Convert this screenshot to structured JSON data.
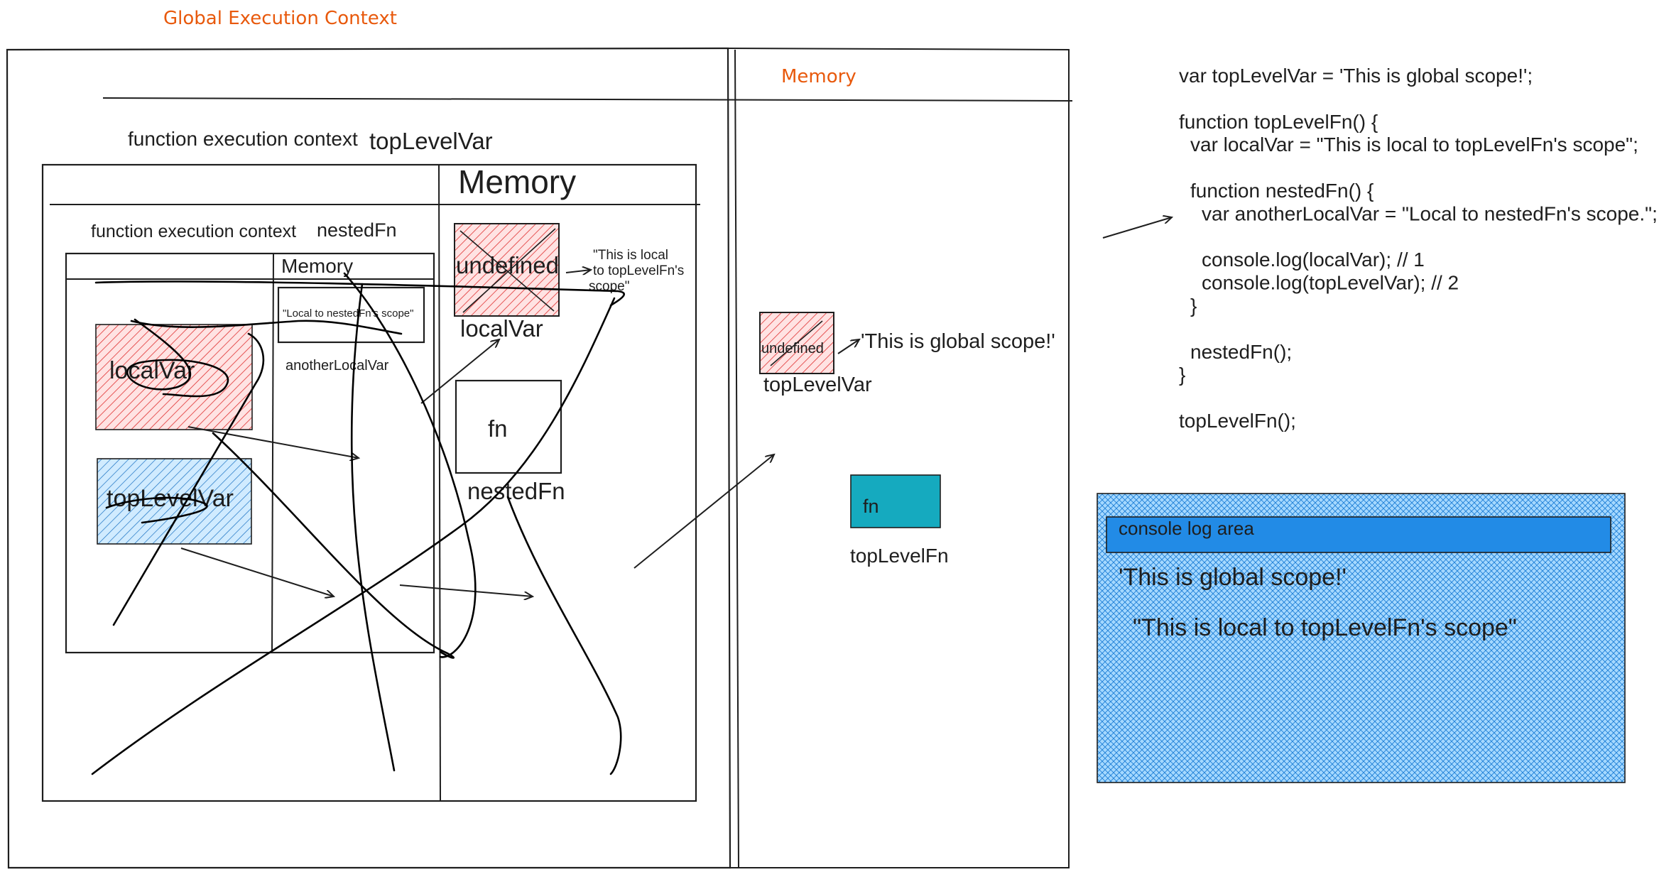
{
  "global_context": {
    "title": "Global Execution Context",
    "memory_label": "Memory",
    "top_level_var": {
      "value": "undefined",
      "assigned": "'This is global scope!'",
      "name": "topLevelVar"
    },
    "top_level_fn": {
      "value": "fn",
      "name": "topLevelFn"
    }
  },
  "outer_function_context": {
    "label": "function execution context",
    "fn_name": "topLevelVar",
    "memory_label": "Memory",
    "local_var": {
      "value": "undefined",
      "assigned": "\"This is local to topLevelFn's scope\"",
      "name": "localVar"
    },
    "nested_fn": {
      "value": "fn",
      "name": "nestedFn"
    }
  },
  "inner_function_context": {
    "label": "function execution context",
    "fn_name": "nestedFn",
    "memory_label": "Memory",
    "another_local_var": {
      "value": "\"Local to nestedFn's scope\"",
      "name": "anotherLocalVar"
    },
    "lookup_local_var": "localVar",
    "lookup_top_level_var": "topLevelVar"
  },
  "code_lines": [
    "var topLevelVar = 'This is global scope!';",
    "",
    "function topLevelFn() {",
    "  var localVar = \"This is local to topLevelFn's scope\";",
    "",
    "  function nestedFn() {",
    "    var anotherLocalVar = \"Local to nestedFn's scope.\";",
    "",
    "    console.log(localVar); // 1",
    "    console.log(topLevelVar); // 2",
    "  }",
    "",
    "  nestedFn();",
    "}",
    "",
    "topLevelFn();"
  ],
  "console_panel": {
    "header": "console log area",
    "lines": [
      "'This is global scope!'",
      "\"This is local to topLevelFn's scope\""
    ]
  },
  "colors": {
    "hatch_red": "#e03131",
    "fill_red": "#ffc9c9",
    "hatch_blue": "#1971c2",
    "fill_blue": "#a5d8ff",
    "teal": "#15aabf",
    "header_blue": "#228be6",
    "accent_orange": "#e8590c"
  }
}
